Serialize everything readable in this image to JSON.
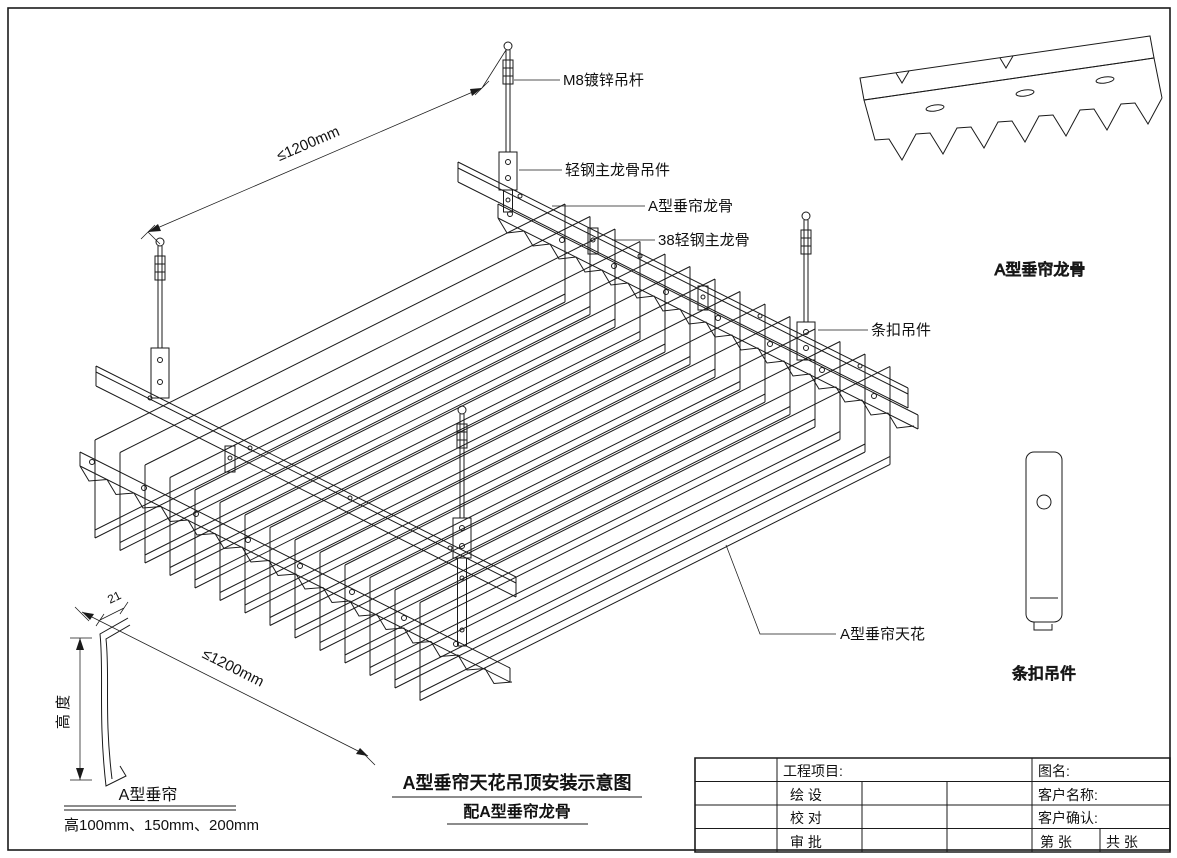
{
  "labels": {
    "m8_rod": "M8镀锌吊杆",
    "keel_hanger": "轻钢主龙骨吊件",
    "curtain_keel": "A型垂帘龙骨",
    "main_keel_38": "38轻钢主龙骨",
    "strip_clip": "条扣吊件",
    "curtain_ceiling": "A型垂帘天花"
  },
  "dimensions": {
    "span_top": "≤1200mm",
    "span_left": "≤1200mm",
    "fold_width": "21",
    "height_label": "高 度"
  },
  "profile": {
    "name": "A型垂帘",
    "heights": "高100mm、150mm、200mm"
  },
  "details": {
    "curtain_keel_caption": "A型垂帘龙骨",
    "strip_clip_caption": "条扣吊件"
  },
  "titles": {
    "main": "A型垂帘天花吊顶安装示意图",
    "sub": "配A型垂帘龙骨"
  },
  "title_block": {
    "project": "工程项目:",
    "drawing_name": "图名:",
    "drafted": "绘  设",
    "client_name": "客户名称:",
    "checked": "校  对",
    "client_confirm": "客户确认:",
    "approved": "审  批",
    "sheet_no": "第    张",
    "sheet_total": "共    张"
  }
}
